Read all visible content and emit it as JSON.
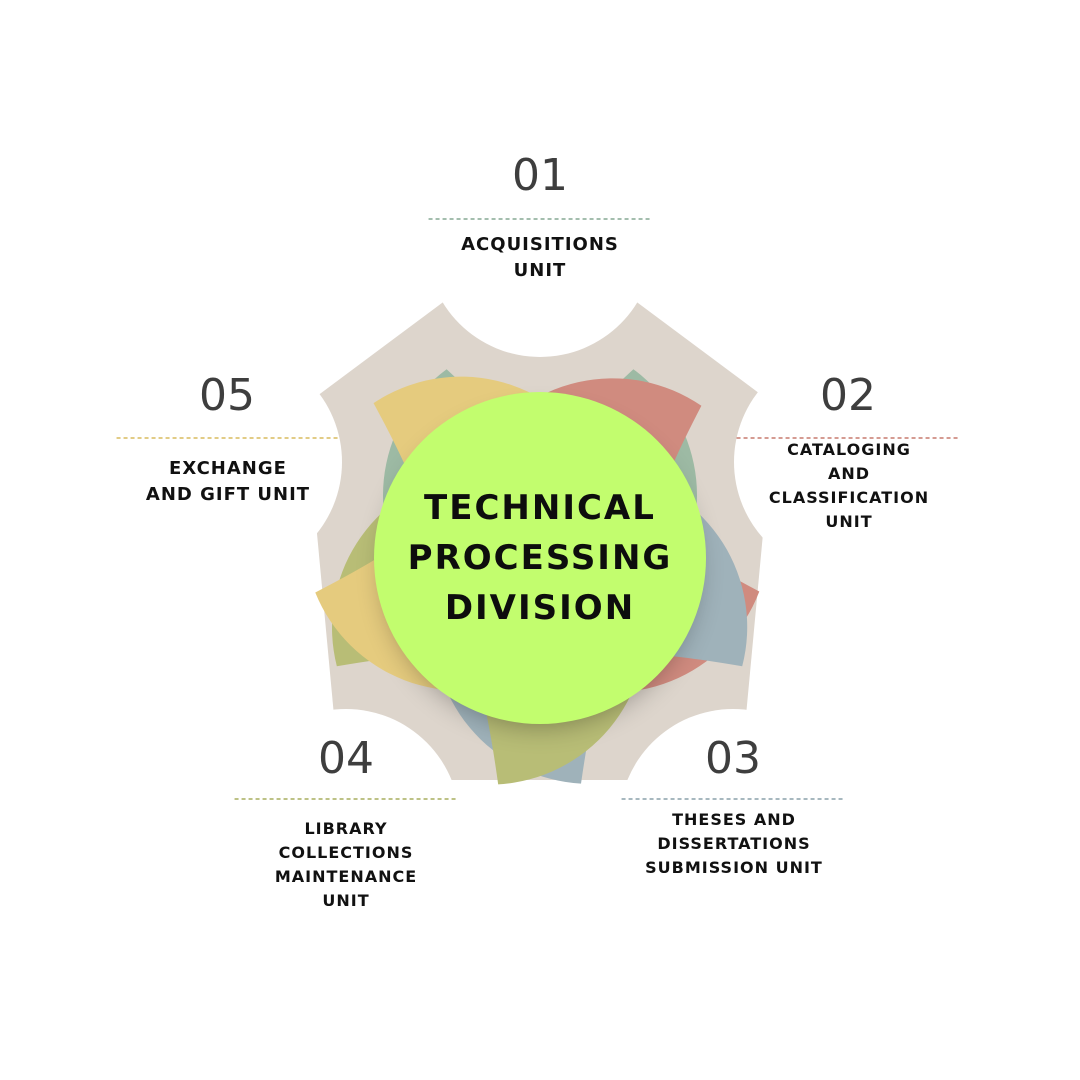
{
  "center": {
    "title": "TECHNICAL\nPROCESSING\nDIVISION",
    "color": "#c2fd6e"
  },
  "pentagon_color": "#ddd5cc",
  "units": [
    {
      "number": "01",
      "label": "ACQUISITIONS\nUNIT",
      "color": "#9dbaa4",
      "divider_color": "#86a994"
    },
    {
      "number": "02",
      "label": "CATALOGING\nAND\nCLASSIFICATION\nUNIT",
      "color": "#d08b7f",
      "divider_color": "#c77a6e"
    },
    {
      "number": "03",
      "label": "THESES AND\nDISSERTATIONS\nSUBMISSION UNIT",
      "color": "#9fb2ba",
      "divider_color": "#8aa0aa"
    },
    {
      "number": "04",
      "label": "LIBRARY\nCOLLECTIONS\nMAINTENANCE\nUNIT",
      "color": "#b8bd76",
      "divider_color": "#a7ad5e"
    },
    {
      "number": "05",
      "label": "EXCHANGE\nAND GIFT UNIT",
      "color": "#e5cb7e",
      "divider_color": "#d9bb5e"
    }
  ]
}
